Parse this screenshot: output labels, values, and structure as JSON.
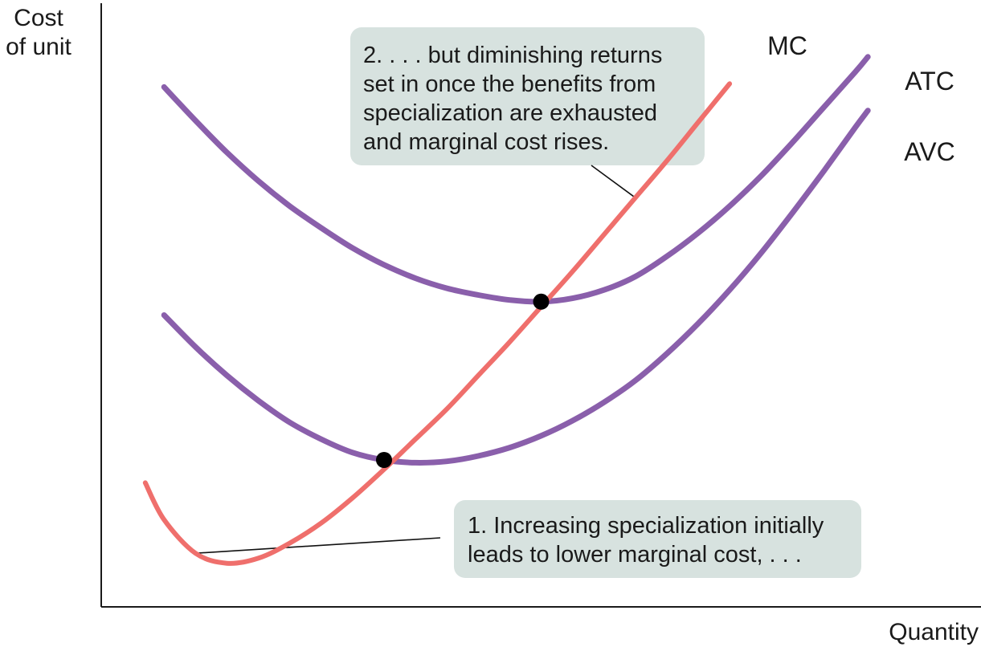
{
  "chart_data": {
    "type": "line",
    "xlabel": "Quantity",
    "ylabel": [
      "Cost",
      "of unit"
    ],
    "series": [
      {
        "name": "MC",
        "color": "#ef6f6c",
        "x": [
          0.7,
          1.0,
          1.5,
          2.0,
          2.5,
          3.0,
          3.5,
          4.0,
          4.5,
          5.0,
          5.5,
          6.0,
          6.5,
          7.0,
          7.5,
          8.0,
          8.5,
          9.0,
          9.5,
          10.0
        ],
        "y": [
          3.7,
          2.6,
          1.6,
          1.3,
          1.45,
          1.9,
          2.5,
          3.25,
          4.1,
          5.0,
          5.9,
          6.9,
          7.9,
          8.95,
          10.0,
          11.1,
          12.2,
          13.3,
          14.45,
          15.6
        ]
      },
      {
        "name": "ATC",
        "color": "#8a5fab",
        "x": [
          1.0,
          1.5,
          2.0,
          2.5,
          3.0,
          3.5,
          4.0,
          4.5,
          5.0,
          5.5,
          6.0,
          6.5,
          7.0,
          7.5,
          8.0,
          8.5,
          9.0,
          9.5,
          10.0,
          10.5,
          11.0,
          11.5,
          12.0,
          12.2
        ],
        "y": [
          15.5,
          14.5,
          13.55,
          12.7,
          11.95,
          11.3,
          10.7,
          10.2,
          9.8,
          9.5,
          9.3,
          9.15,
          9.1,
          9.2,
          9.45,
          9.85,
          10.45,
          11.15,
          11.95,
          12.85,
          13.85,
          14.9,
          15.95,
          16.4
        ]
      },
      {
        "name": "AVC",
        "color": "#8a5fab",
        "x": [
          1.0,
          1.5,
          2.0,
          2.5,
          3.0,
          3.5,
          4.0,
          4.5,
          5.0,
          5.5,
          6.0,
          6.5,
          7.0,
          7.5,
          8.0,
          8.5,
          9.0,
          9.5,
          10.0,
          10.5,
          11.0,
          11.5,
          12.0,
          12.2
        ],
        "y": [
          8.7,
          7.75,
          6.9,
          6.15,
          5.5,
          5.0,
          4.6,
          4.38,
          4.3,
          4.34,
          4.5,
          4.75,
          5.1,
          5.55,
          6.1,
          6.75,
          7.55,
          8.45,
          9.45,
          10.55,
          11.75,
          13.0,
          14.3,
          14.8
        ]
      }
    ],
    "points": [
      {
        "x": 7.0,
        "y": 9.1
      },
      {
        "x": 4.5,
        "y": 4.38
      }
    ],
    "annotations": [
      {
        "lines": [
          "2. . . . but diminishing returns",
          "set in once the benefits from",
          "specialization are exhausted",
          "and marginal cost rises."
        ],
        "target": {
          "x": 8.5,
          "y": 12.2
        }
      },
      {
        "lines": [
          "1. Increasing specialization initially",
          "leads to lower marginal cost, . . ."
        ],
        "target": {
          "x": 1.5,
          "y": 1.6
        }
      }
    ],
    "xlim": [
      0,
      14
    ],
    "ylim": [
      0,
      18
    ],
    "grid": false,
    "legend": "none"
  }
}
